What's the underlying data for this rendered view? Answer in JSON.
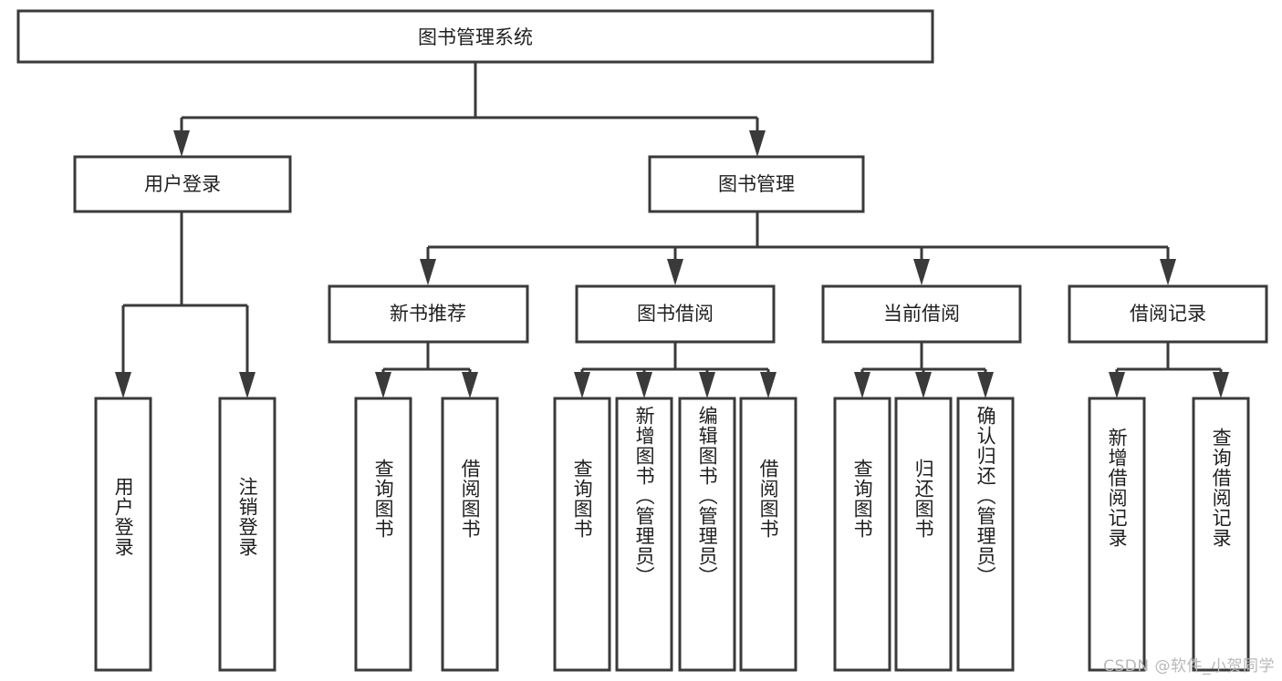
{
  "diagram": {
    "type": "tree-hierarchy",
    "title": "图书管理系统",
    "background_color": "#ffffff",
    "line_color": "#3a3a3a",
    "box_fill": "#ffffff",
    "text_color": "#1f1f1f",
    "root": {
      "id": "root",
      "label": "图书管理系统"
    },
    "level1": [
      {
        "id": "user-login",
        "label": "用户登录"
      },
      {
        "id": "book-management",
        "label": "图书管理"
      }
    ],
    "level2": [
      {
        "id": "new-book-recommend",
        "label": "新书推荐",
        "parent": "book-management"
      },
      {
        "id": "book-borrow",
        "label": "图书借阅",
        "parent": "book-management"
      },
      {
        "id": "current-borrow",
        "label": "当前借阅",
        "parent": "book-management"
      },
      {
        "id": "borrow-record",
        "label": "借阅记录",
        "parent": "book-management"
      }
    ],
    "leaves": [
      {
        "id": "leaf-user-login",
        "label": "用户登录",
        "parent": "user-login"
      },
      {
        "id": "leaf-logout",
        "label": "注销登录",
        "parent": "user-login"
      },
      {
        "id": "leaf-query-book-1",
        "label": "查询图书",
        "parent": "new-book-recommend"
      },
      {
        "id": "leaf-borrow-book-1",
        "label": "借阅图书",
        "parent": "new-book-recommend"
      },
      {
        "id": "leaf-query-book-2",
        "label": "查询图书",
        "parent": "book-borrow"
      },
      {
        "id": "leaf-add-book",
        "label": "新增图书（管理员）",
        "parent": "book-borrow"
      },
      {
        "id": "leaf-edit-book",
        "label": "编辑图书（管理员）",
        "parent": "book-borrow"
      },
      {
        "id": "leaf-borrow-book-2",
        "label": "借阅图书",
        "parent": "book-borrow"
      },
      {
        "id": "leaf-query-book-3",
        "label": "查询图书",
        "parent": "current-borrow"
      },
      {
        "id": "leaf-return-book",
        "label": "归还图书",
        "parent": "current-borrow"
      },
      {
        "id": "leaf-confirm-return",
        "label": "确认归还（管理员）",
        "parent": "current-borrow"
      },
      {
        "id": "leaf-add-record",
        "label": "新增借阅记录",
        "parent": "borrow-record"
      },
      {
        "id": "leaf-query-record",
        "label": "查询借阅记录",
        "parent": "borrow-record"
      }
    ]
  },
  "watermark": {
    "text": "CSDN @软件_小贺同学"
  }
}
